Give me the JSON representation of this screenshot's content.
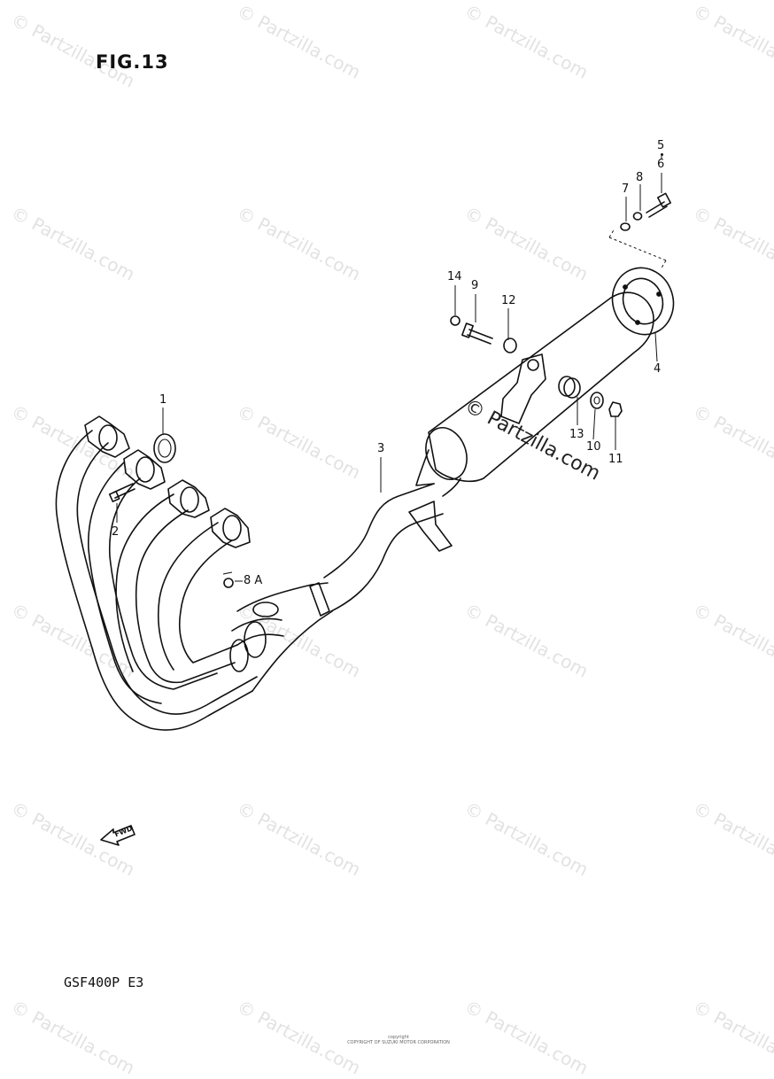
{
  "figure": {
    "title": "FIG.13",
    "model": "GSF400P  E3",
    "fwd_label": "FWD",
    "copyright_line_1": "copyright",
    "copyright_line_2": "COPYRIGHT OF SUZUKI MOTOR CORPORATION"
  },
  "watermark": {
    "text": "© Partzilla.com",
    "center_text": "© Partzilla.com"
  },
  "callouts": [
    {
      "id": "1",
      "label": "1"
    },
    {
      "id": "2",
      "label": "2"
    },
    {
      "id": "3",
      "label": "3"
    },
    {
      "id": "4",
      "label": "4"
    },
    {
      "id": "5",
      "label": "5"
    },
    {
      "id": "6",
      "label": "6"
    },
    {
      "id": "7",
      "label": "7"
    },
    {
      "id": "8",
      "label": "8"
    },
    {
      "id": "8A",
      "label": "8 A"
    },
    {
      "id": "9",
      "label": "9"
    },
    {
      "id": "10",
      "label": "10"
    },
    {
      "id": "11",
      "label": "11"
    },
    {
      "id": "12",
      "label": "12"
    },
    {
      "id": "13",
      "label": "13"
    },
    {
      "id": "14",
      "label": "14"
    }
  ]
}
